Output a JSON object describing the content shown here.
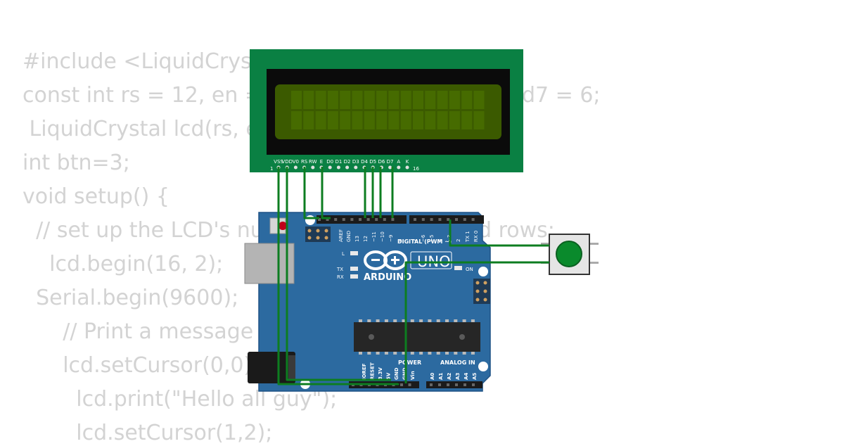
{
  "code_lines": [
    "#include <LiquidCryst",
    "const int rs = 12, en =",
    " LiquidCrystal lcd(rs, e",
    "int btn=3;",
    "void setup() {",
    "  // set up the LCD's nu",
    "    lcd.begin(16, 2);",
    "  Serial.begin(9600);",
    "      // Print a message t",
    "      lcd.setCursor(0,0);",
    "        lcd.print(\"Hello all guy\");",
    "        lcd.setCursor(1,2);"
  ],
  "code_fragments": {
    "line2_tail": "d7 = 6;",
    "line6_tail": "d rows;"
  },
  "lcd": {
    "pin_labels": [
      "VSS",
      "VDD",
      "V0",
      "RS",
      "RW",
      "E",
      "D0",
      "D1",
      "D2",
      "D3",
      "D4",
      "D5",
      "D6",
      "D7",
      "A",
      "K"
    ],
    "first_pin_number": "1",
    "last_pin_number": "16",
    "board_color": "#0a8043",
    "screen_color": "#3b5a00"
  },
  "arduino": {
    "brand": "ARDUINO",
    "model": "UNO",
    "digital_header_label": "DIGITAL (PWM ~)",
    "digital_pins": [
      "AREF",
      "GND",
      "13",
      "12",
      "~11",
      "~10",
      "~9",
      "8",
      "7",
      "~6",
      "~5",
      "4",
      "~3",
      "2",
      "TX 1",
      "RX 0"
    ],
    "led_labels": {
      "l": "L",
      "tx": "TX",
      "rx": "RX",
      "on": "ON"
    },
    "power_header_label": "POWER",
    "power_pins": [
      "IOREF",
      "RESET",
      "3.3V",
      "5V",
      "GND",
      "GND",
      "Vin"
    ],
    "analog_header_label": "ANALOG IN",
    "analog_pins": [
      "A0",
      "A1",
      "A2",
      "A3",
      "A4",
      "A5"
    ],
    "board_color": "#2c6aa0"
  },
  "button": {
    "cap_color": "#0a8a2c"
  },
  "wire_color": "#0d7d20"
}
